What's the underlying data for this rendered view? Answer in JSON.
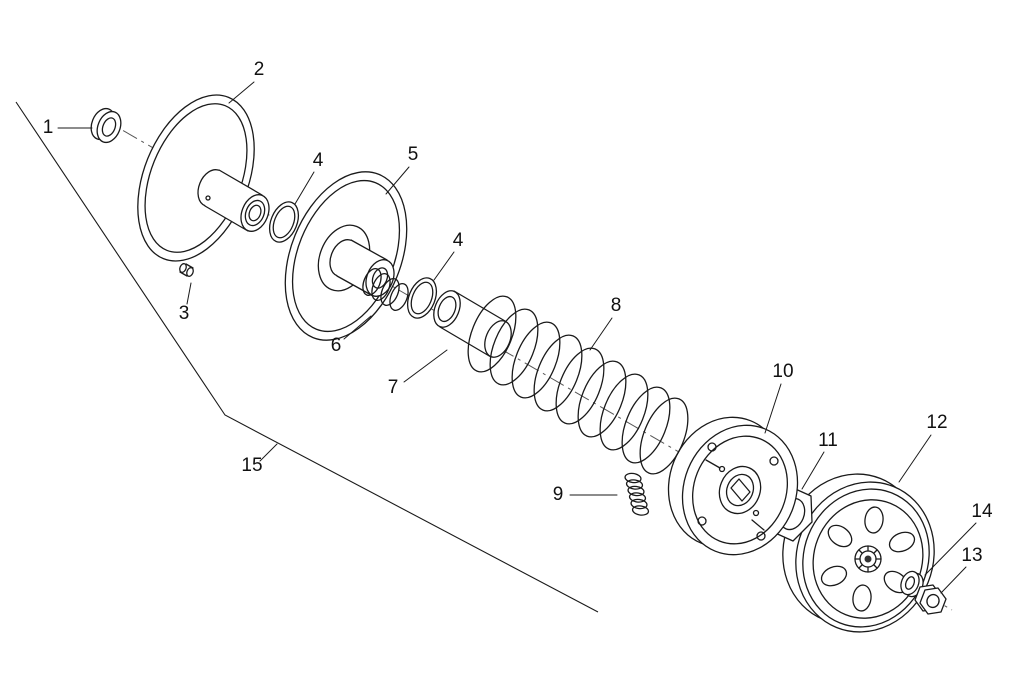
{
  "canvas": {
    "background": "#ffffff",
    "line_color": "#1a1a1a",
    "centerline_color": "#555555",
    "label_color": "#111111"
  },
  "diagram_type": "exploded-parts-diagram",
  "callouts": [
    {
      "id": "1",
      "text": "1"
    },
    {
      "id": "2",
      "text": "2"
    },
    {
      "id": "3",
      "text": "3"
    },
    {
      "id": "4a",
      "text": "4"
    },
    {
      "id": "5",
      "text": "5"
    },
    {
      "id": "4b",
      "text": "4"
    },
    {
      "id": "6",
      "text": "6"
    },
    {
      "id": "7",
      "text": "7"
    },
    {
      "id": "8",
      "text": "8"
    },
    {
      "id": "9",
      "text": "9"
    },
    {
      "id": "10",
      "text": "10"
    },
    {
      "id": "11",
      "text": "11"
    },
    {
      "id": "12",
      "text": "12"
    },
    {
      "id": "13",
      "text": "13"
    },
    {
      "id": "14",
      "text": "14"
    },
    {
      "id": "15",
      "text": "15"
    }
  ]
}
